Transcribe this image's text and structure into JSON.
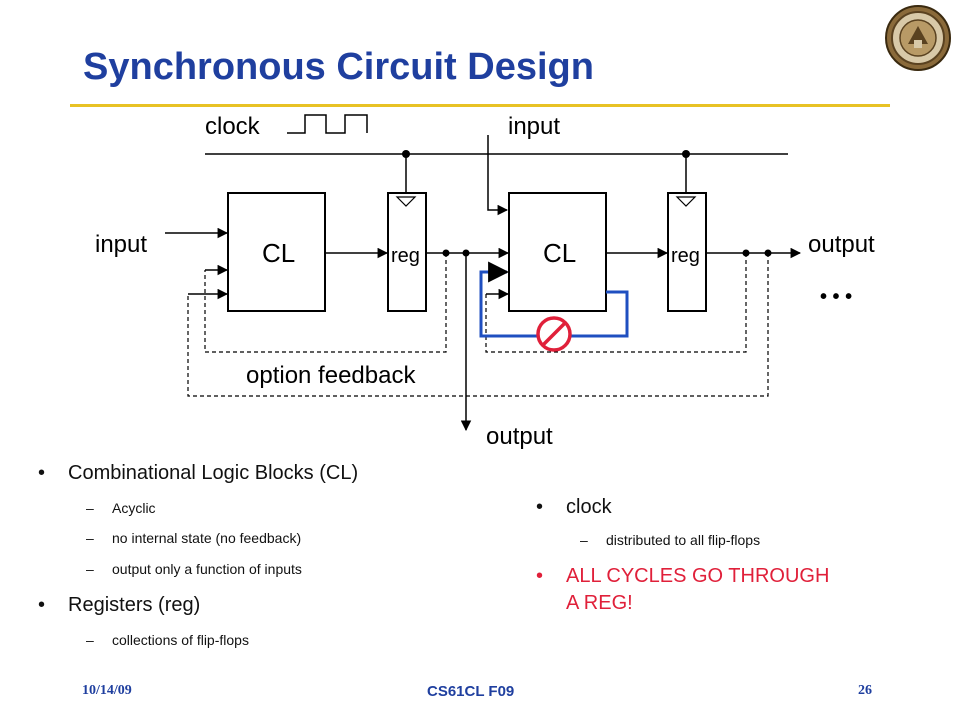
{
  "slide": {
    "title": "Synchronous Circuit Design",
    "accent_color": "#1f3f9f",
    "rule_color": "#e8c224",
    "highlight_color": "#e0203a"
  },
  "logo": {
    "icon": "university-seal-icon"
  },
  "diagram": {
    "clock_label": "clock",
    "input_top_label": "input",
    "input_left_label": "input",
    "output_right_label": "output",
    "output_bottom_label": "output",
    "feedback_label": "option feedback",
    "cl1_label": "CL",
    "cl2_label": "CL",
    "reg1_label": "reg",
    "reg2_label": "reg",
    "ellipsis": "• • •",
    "forbidden_icon": "no-symbol-icon"
  },
  "left_list": {
    "item1": "Combinational Logic Blocks (CL)",
    "item1_subs": [
      "Acyclic",
      "no internal state (no feedback)",
      "output only a function of inputs"
    ],
    "item2": "Registers (reg)",
    "item2_subs": [
      "collections of flip-flops"
    ]
  },
  "right_list": {
    "item1": "clock",
    "item1_subs": [
      "distributed to all flip-flops"
    ],
    "item2_line1": "ALL CYCLES GO THROUGH",
    "item2_line2": "A REG!"
  },
  "footer": {
    "date": "10/14/09",
    "course": "CS61CL F09",
    "page": "26"
  }
}
